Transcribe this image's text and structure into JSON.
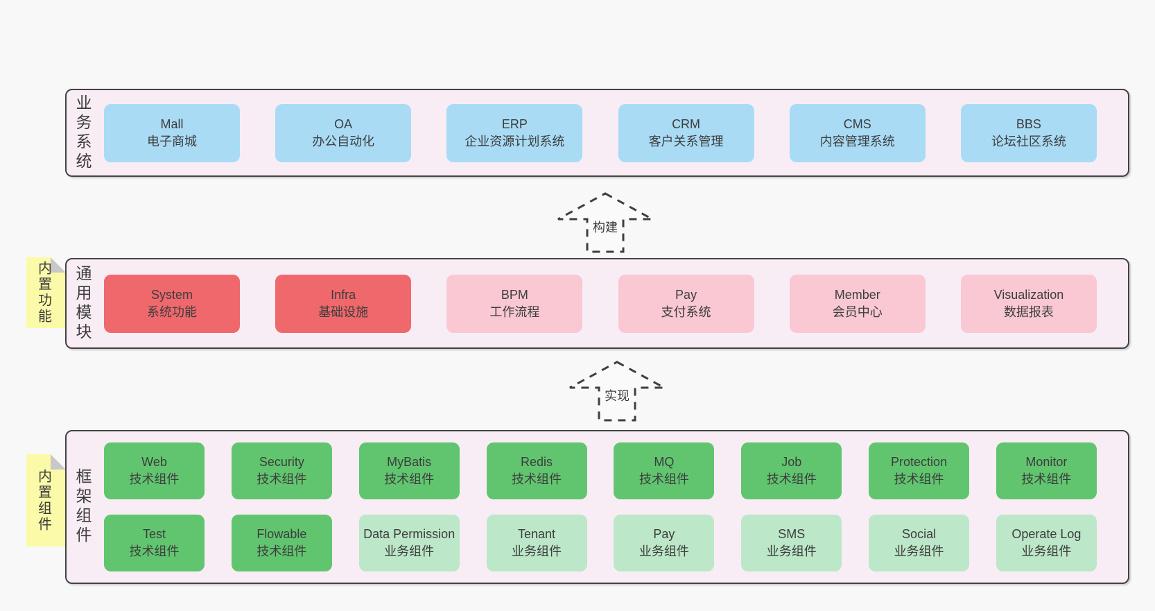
{
  "colors": {
    "page_bg": "#f8f8f8",
    "container_bg": "#f8edf5",
    "container_border": "#424242",
    "blue": "#a9dbf5",
    "red": "#ef686c",
    "pink": "#f9c8d3",
    "green": "#61c56f",
    "light_green": "#bce7c8",
    "note_yellow": "#fafaa9",
    "text": "#3d3d3d"
  },
  "arrows": [
    {
      "label": "构建"
    },
    {
      "label": "实现"
    }
  ],
  "sections": {
    "business": {
      "label": "业务系统",
      "items": [
        {
          "name": "Mall",
          "desc": "电子商城"
        },
        {
          "name": "OA",
          "desc": "办公自动化"
        },
        {
          "name": "ERP",
          "desc": "企业资源计划系统"
        },
        {
          "name": "CRM",
          "desc": "客户关系管理"
        },
        {
          "name": "CMS",
          "desc": "内容管理系统"
        },
        {
          "name": "BBS",
          "desc": "论坛社区系统"
        }
      ]
    },
    "modules": {
      "label": "通用模块",
      "note": "内置功能",
      "items": [
        {
          "name": "System",
          "desc": "系统功能",
          "variant": "red"
        },
        {
          "name": "Infra",
          "desc": "基础设施",
          "variant": "red"
        },
        {
          "name": "BPM",
          "desc": "工作流程",
          "variant": "pink"
        },
        {
          "name": "Pay",
          "desc": "支付系统",
          "variant": "pink"
        },
        {
          "name": "Member",
          "desc": "会员中心",
          "variant": "pink"
        },
        {
          "name": "Visualization",
          "desc": "数据报表",
          "variant": "pink"
        }
      ]
    },
    "components": {
      "label": "框架组件",
      "note": "内置组件",
      "row1": [
        {
          "name": "Web",
          "desc": "技术组件",
          "variant": "green"
        },
        {
          "name": "Security",
          "desc": "技术组件",
          "variant": "green"
        },
        {
          "name": "MyBatis",
          "desc": "技术组件",
          "variant": "green"
        },
        {
          "name": "Redis",
          "desc": "技术组件",
          "variant": "green"
        },
        {
          "name": "MQ",
          "desc": "技术组件",
          "variant": "green"
        },
        {
          "name": "Job",
          "desc": "技术组件",
          "variant": "green"
        },
        {
          "name": "Protection",
          "desc": "技术组件",
          "variant": "green"
        },
        {
          "name": "Monitor",
          "desc": "技术组件",
          "variant": "green"
        }
      ],
      "row2": [
        {
          "name": "Test",
          "desc": "技术组件",
          "variant": "green"
        },
        {
          "name": "Flowable",
          "desc": "技术组件",
          "variant": "green"
        },
        {
          "name": "Data Permission",
          "desc": "业务组件",
          "variant": "lightgreen"
        },
        {
          "name": "Tenant",
          "desc": "业务组件",
          "variant": "lightgreen"
        },
        {
          "name": "Pay",
          "desc": "业务组件",
          "variant": "lightgreen"
        },
        {
          "name": "SMS",
          "desc": "业务组件",
          "variant": "lightgreen"
        },
        {
          "name": "Social",
          "desc": "业务组件",
          "variant": "lightgreen"
        },
        {
          "name": "Operate Log",
          "desc": "业务组件",
          "variant": "lightgreen"
        }
      ]
    }
  }
}
